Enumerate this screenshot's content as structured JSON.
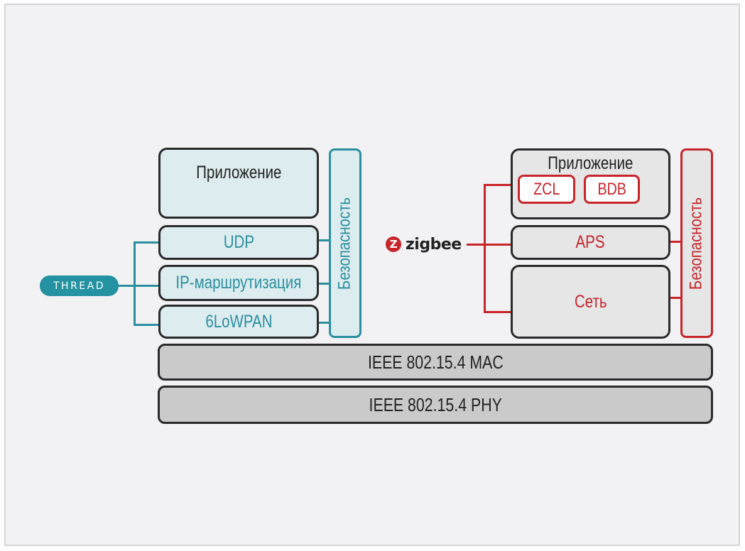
{
  "thread": {
    "logo": "THREAD",
    "logo_glyph": "ɥ",
    "layers": {
      "application": "Приложение",
      "udp": "UDP",
      "ip_routing": "IP-маршрутизация",
      "lowpan": "6LoWPAN"
    },
    "security": "Безопасность",
    "color": "#2b8fa0"
  },
  "zigbee": {
    "logo": "zigbee",
    "layers": {
      "application": "Приложение",
      "zcl": "ZCL",
      "bdb": "BDB",
      "aps": "APS",
      "network": "Сеть"
    },
    "security": "Безопасность",
    "color": "#c8252b"
  },
  "shared": {
    "mac": "IEEE 802.15.4 MAC",
    "phy": "IEEE 802.15.4 PHY"
  }
}
